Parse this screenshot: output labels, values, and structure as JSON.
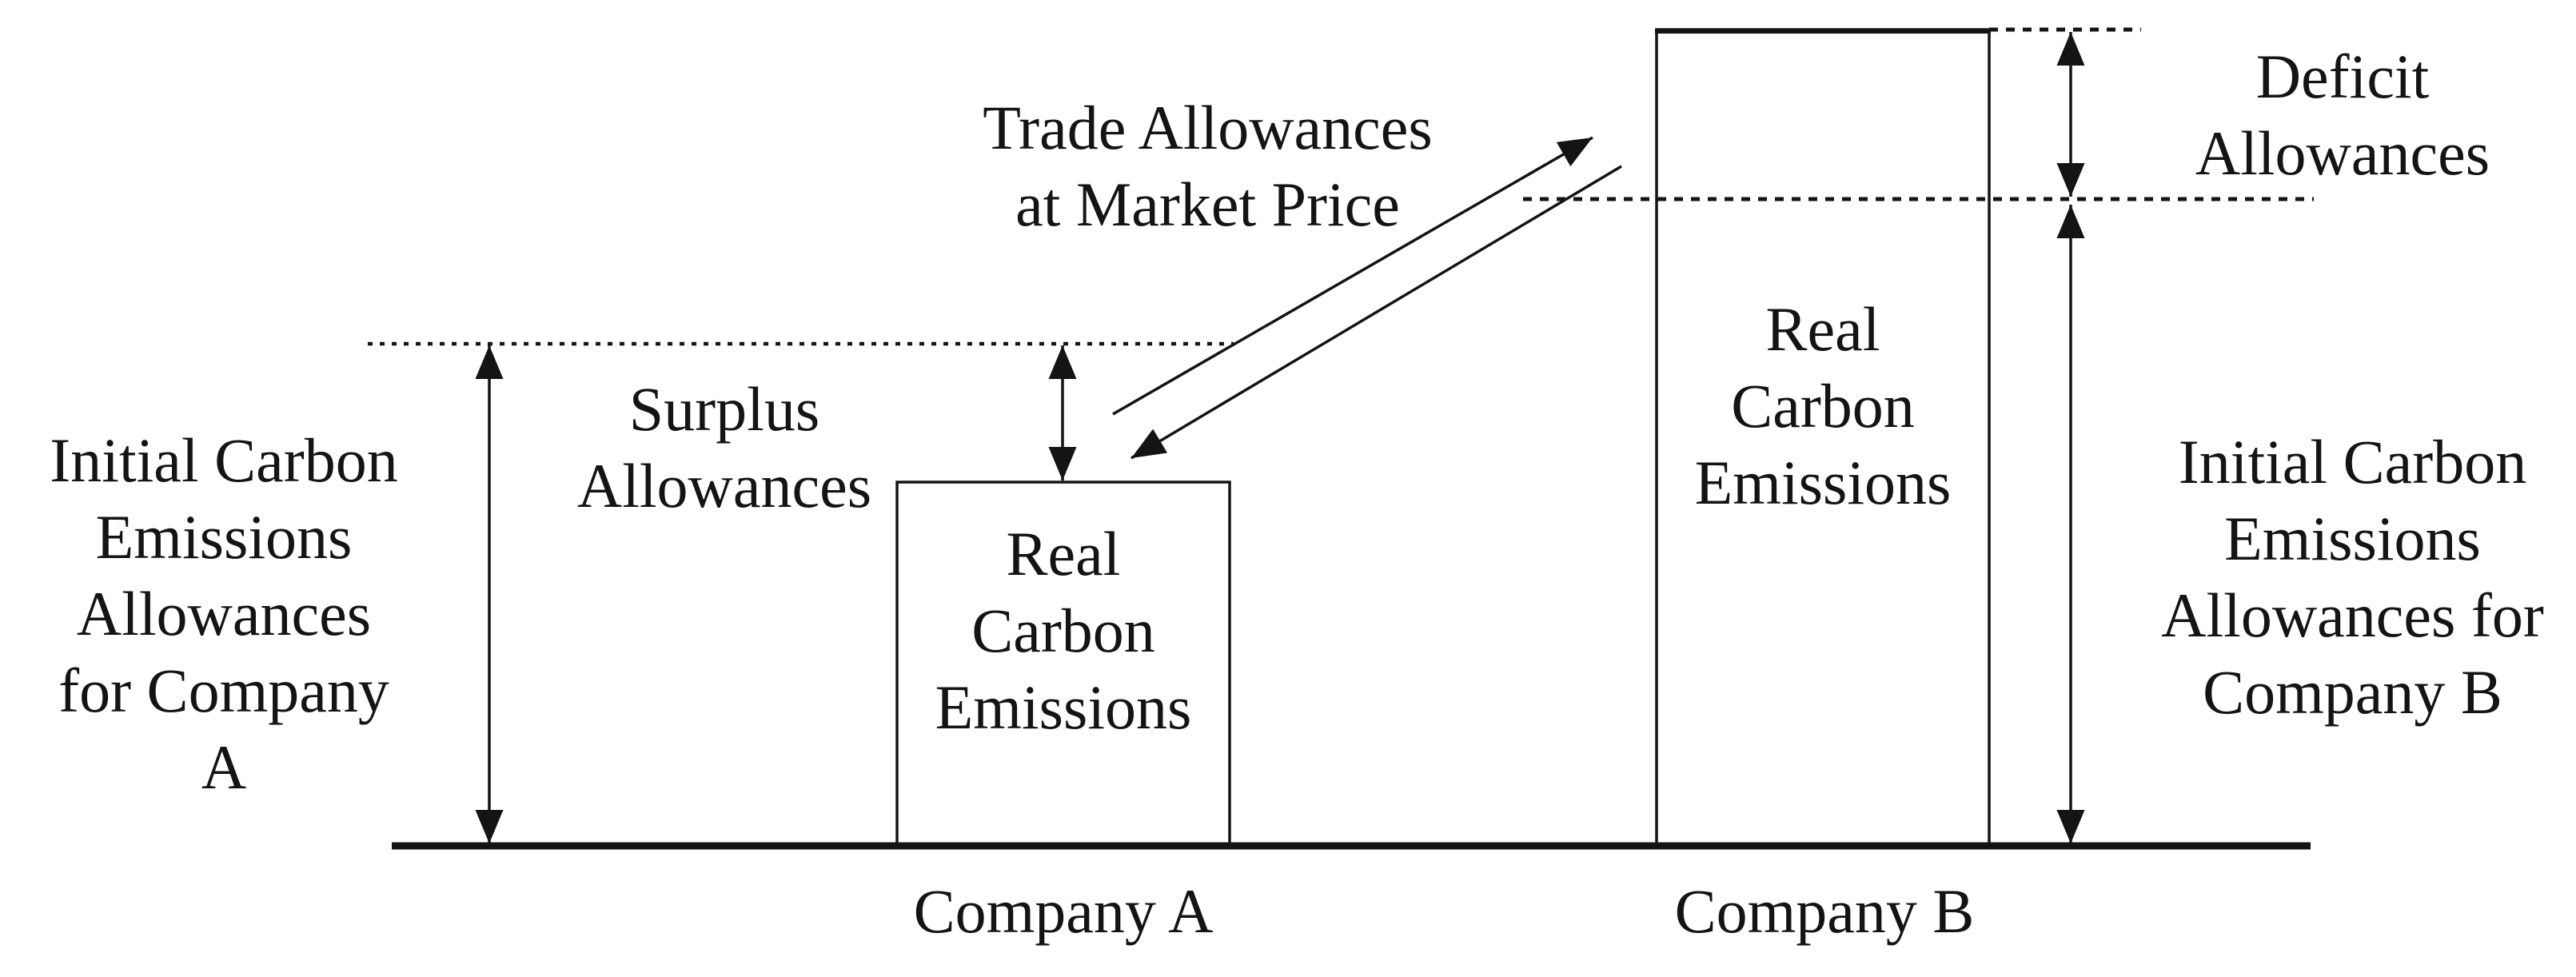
{
  "colors": {
    "ink": "#141414",
    "background": "#ffffff"
  },
  "diagram": {
    "left_label": "Initial Carbon\nEmissions\nAllowances\nfor Company\nA",
    "surplus_label": "Surplus\nAllowances",
    "trade_label": "Trade Allowances\nat Market Price",
    "company_a": {
      "bar_label": "Real\nCarbon\nEmissions",
      "axis_label": "Company A"
    },
    "company_b": {
      "bar_label": "Real\nCarbon\nEmissions",
      "axis_label": "Company B"
    },
    "deficit_label": "Deficit\nAllowances",
    "right_label": "Initial Carbon\nEmissions\nAllowances for\nCompany B"
  }
}
